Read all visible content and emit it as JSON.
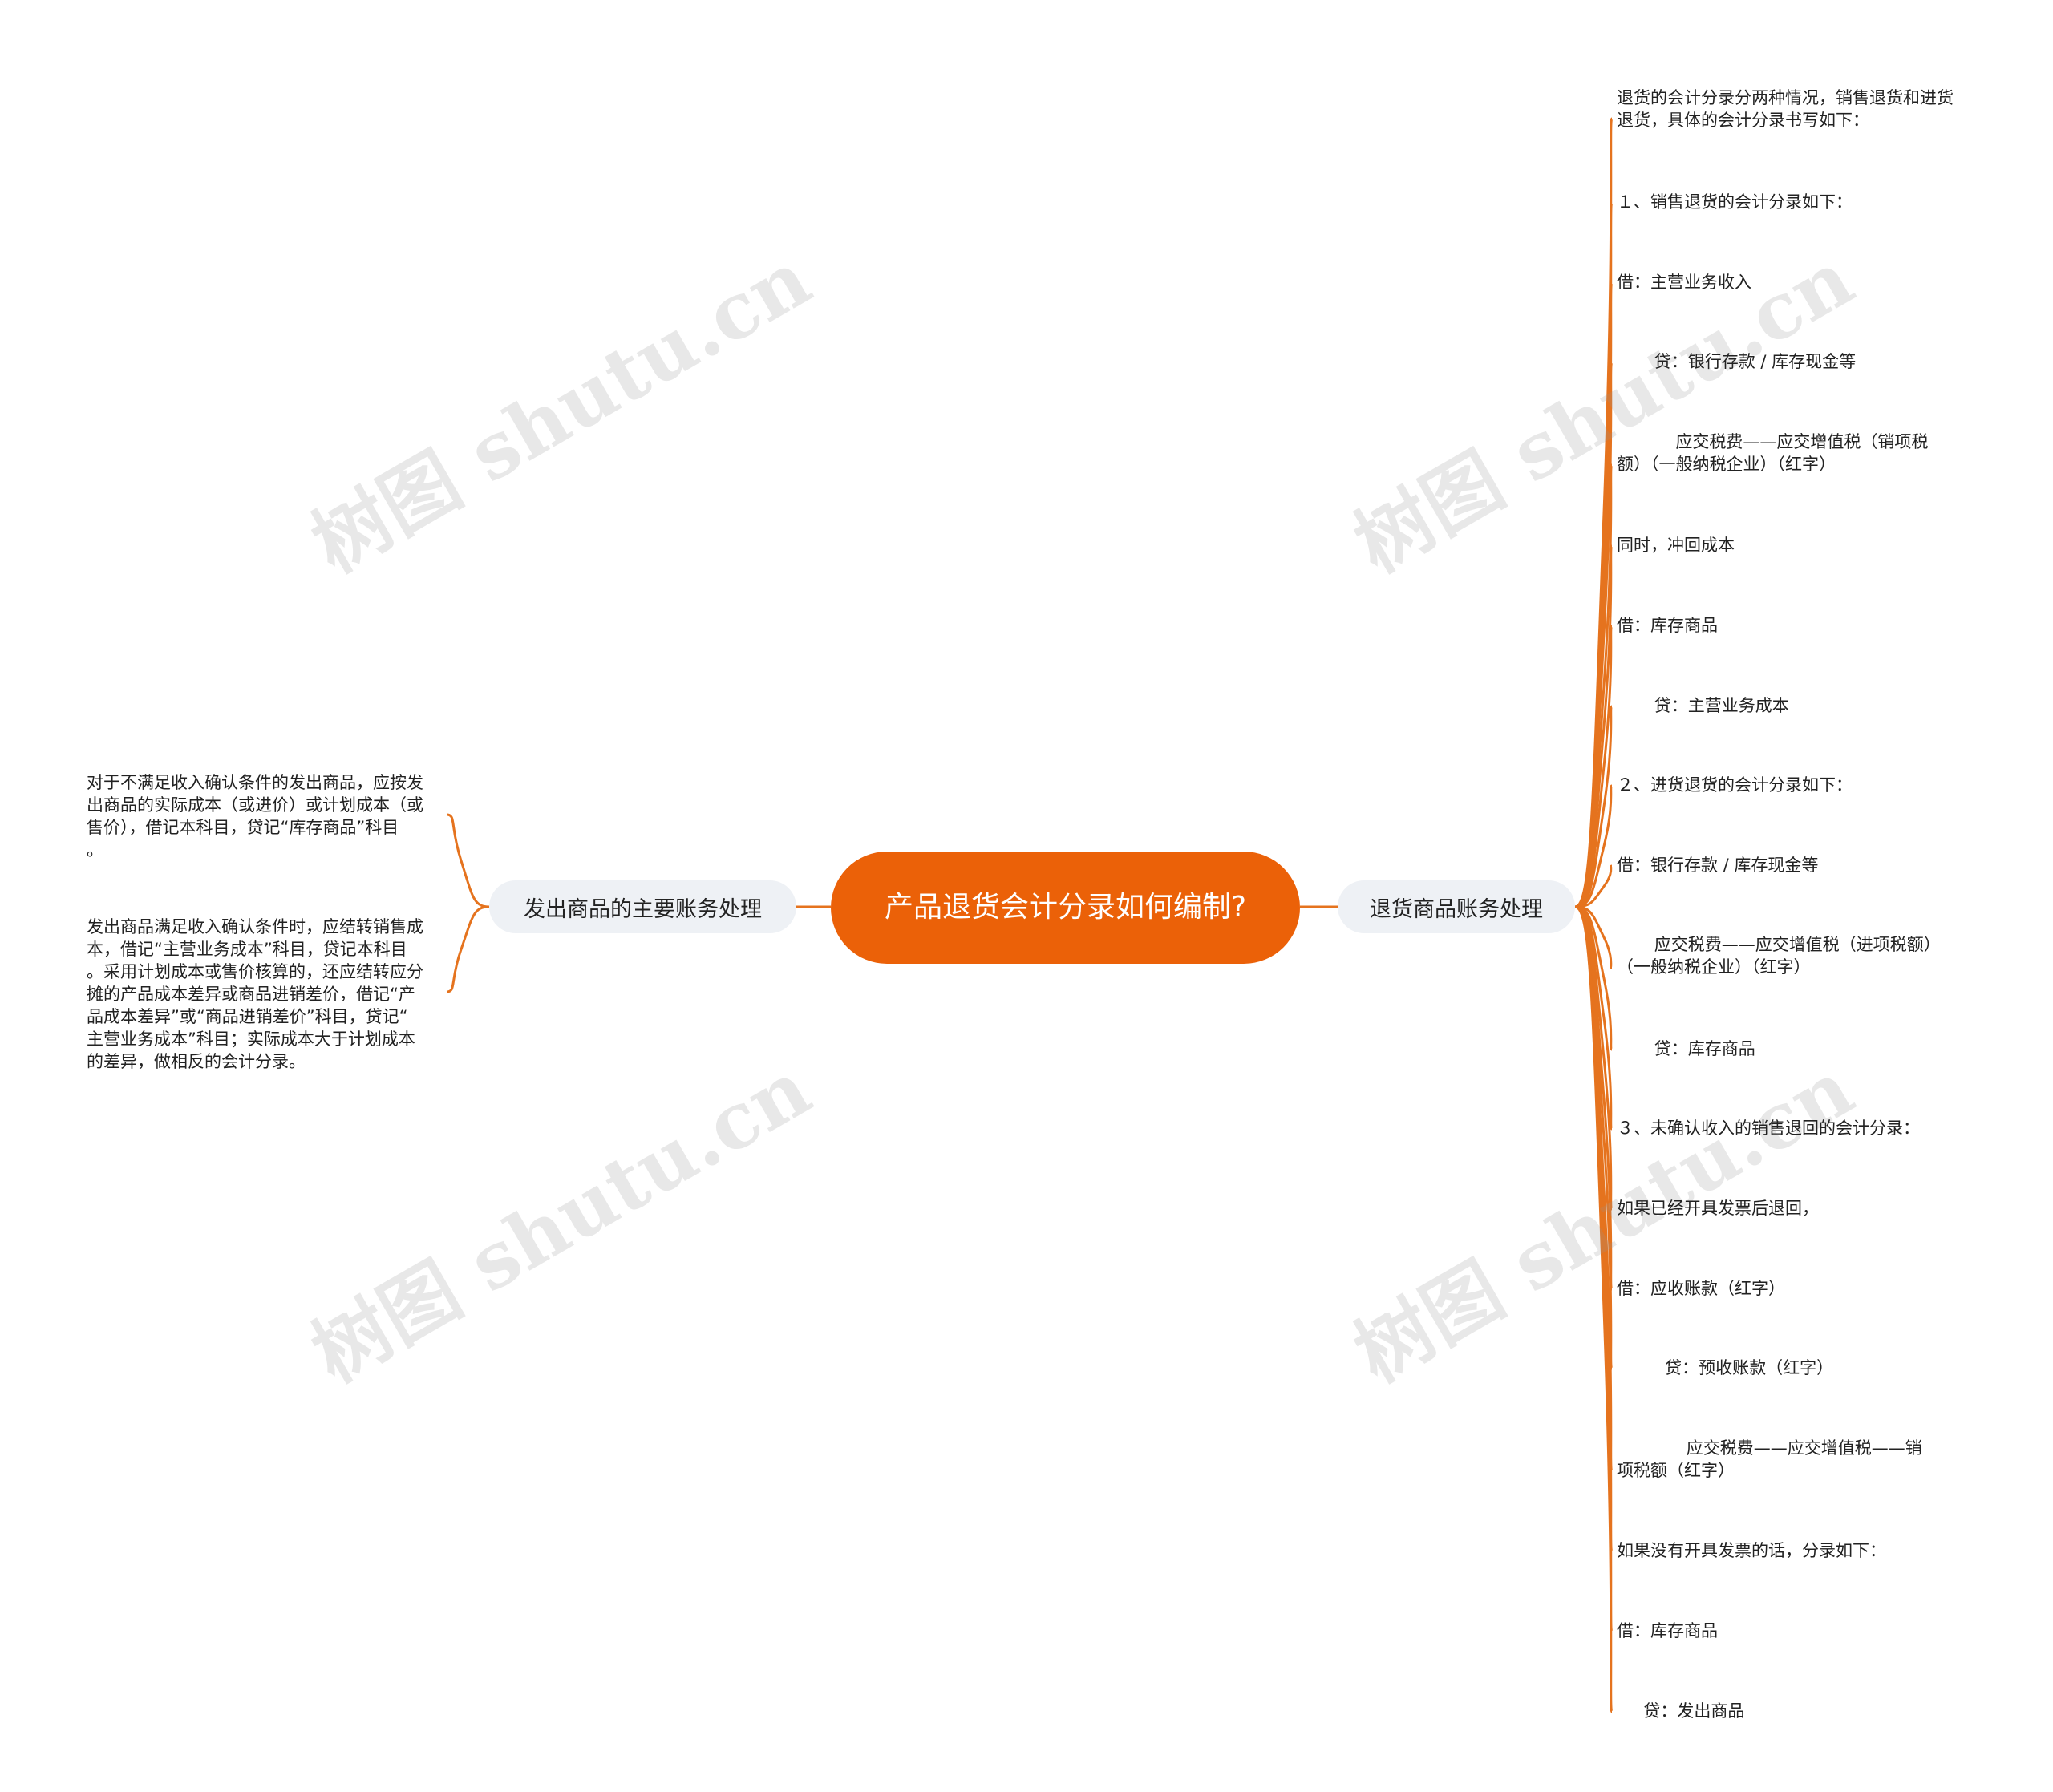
{
  "central": {
    "title": "产品退货会计分录如何编制?"
  },
  "left_branch": {
    "label": "发出商品的主要账务处理",
    "items": [
      "对于不满足收入确认条件的发出商品，应按发\n出商品的实际成本（或进价）或计划成本（或\n售价），借记本科目，贷记“库存商品”科目\n。",
      "发出商品满足收入确认条件时，应结转销售成\n本，借记“主营业务成本”科目，贷记本科目\n。采用计划成本或售价核算的，还应结转应分\n摊的产品成本差异或商品进销差价，借记“产\n品成本差异”或“商品进销差价”科目，贷记“\n主营业务成本”科目；实际成本大于计划成本\n的差异，做相反的会计分录。"
    ]
  },
  "right_branch": {
    "label": "退货商品账务处理",
    "items": [
      "退货的会计分录分两种情况，销售退货和进货\n退货，具体的会计分录书写如下：",
      "１、销售退货的会计分录如下：",
      "借：主营业务收入",
      "       贷：银行存款 / 库存现金等",
      "           应交税费——应交增值税（销项税\n额）（一般纳税企业）（红字）",
      "同时，冲回成本",
      "借：库存商品",
      "       贷：主营业务成本",
      "２、进货退货的会计分录如下：",
      "借：银行存款 / 库存现金等",
      "       应交税费——应交增值税（进项税额）\n（一般纳税企业）（红字）",
      "       贷：库存商品",
      "３、未确认收入的销售退回的会计分录：",
      "如果已经开具发票后退回，",
      "借：应收账款（红字）",
      "         贷：预收账款（红字）",
      "             应交税费——应交增值税——销\n项税额（红字）",
      "如果没有开具发票的话，分录如下：",
      "借：库存商品",
      "     贷：发出商品"
    ]
  },
  "watermark": {
    "text": "树图 shutu.cn"
  },
  "colors": {
    "accent": "#eb6108",
    "branch_bg": "#eef1f5",
    "line": "#e5731e"
  }
}
